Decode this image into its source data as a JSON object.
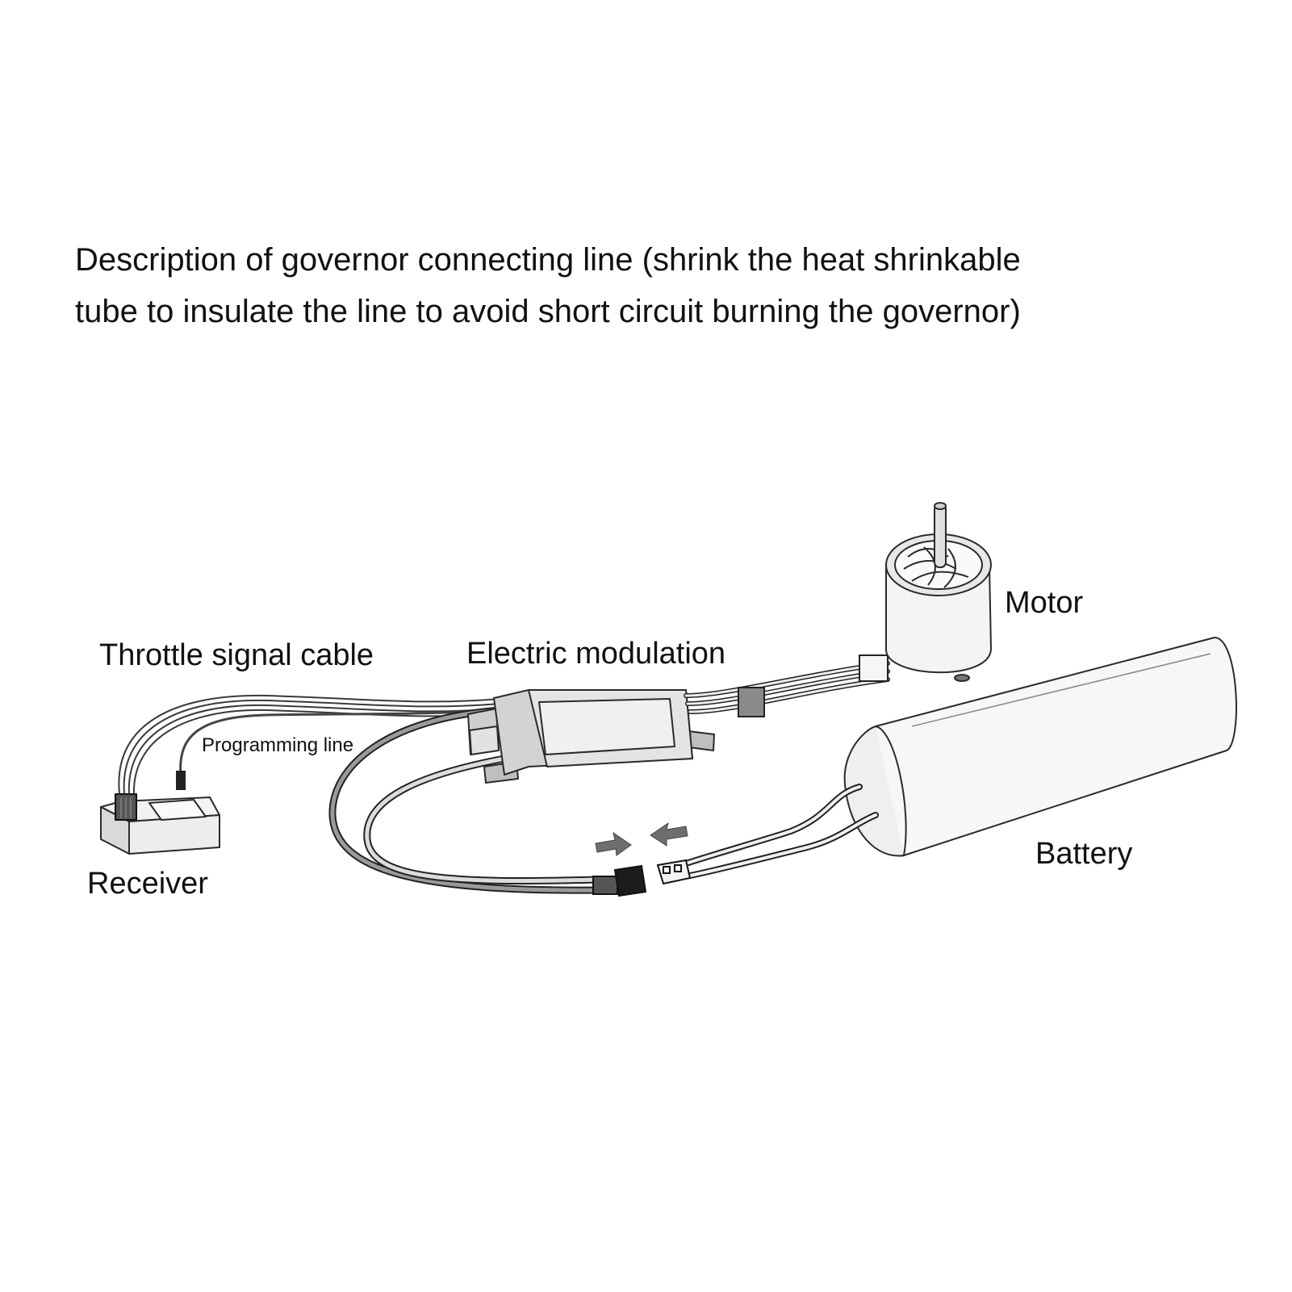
{
  "description": {
    "line1": "Description of governor connecting line (shrink the heat shrinkable",
    "line2": "tube to insulate the line to avoid short circuit burning the governor)"
  },
  "labels": {
    "motor": "Motor",
    "throttle_signal_cable": "Throttle signal cable",
    "electric_modulation": "Electric modulation",
    "programming_line": "Programming line",
    "receiver": "Receiver",
    "battery": "Battery"
  },
  "colors": {
    "ink": "#111111",
    "outline": "#2a2a2a",
    "shade_light": "#e6e6e6",
    "shade_mid": "#bdbdbd",
    "shade_dark": "#6e6e6e",
    "connector": "#1c1c1c"
  }
}
